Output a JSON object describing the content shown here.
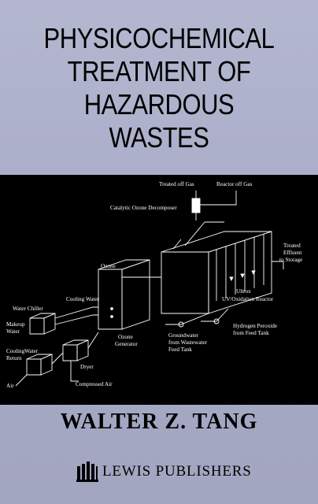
{
  "cover": {
    "title_lines": [
      "PHYSICOCHEMICAL",
      "TREATMENT OF",
      "HAZARDOUS",
      "WASTES"
    ],
    "author": "WALTER Z. TANG",
    "publisher": "LEWIS PUBLISHERS",
    "colors": {
      "background": "#a9acc7",
      "panel": "#000000",
      "text": "#000000"
    }
  },
  "diagram": {
    "labels": {
      "treated_off_gas": "Treated off Gas",
      "reactor_off_gas": "Reactor off Gas",
      "catalytic_ozone_decomposer": "Catalytic Ozone Decomposer",
      "treated_effluent_1": "Treated",
      "treated_effluent_2": "Effluent",
      "treated_effluent_3": "to Storage",
      "ozone": "Ozone",
      "ultrox_1": "Ultrox",
      "ultrox_2": "UV/Oxidation Reactor",
      "cooling_water": "Cooling Water",
      "water_chiller": "Water Chiller",
      "makeup_water_1": "Makeup",
      "makeup_water_2": "Water",
      "cooling_water_return_1": "CoolingWater",
      "cooling_water_return_2": "Return",
      "air": "Air",
      "dryer": "Dryer",
      "ozone_generator_1": "Ozone",
      "ozone_generator_2": "Generator",
      "compressed_air": "Compressed Air",
      "groundwater_1": "Groundwater",
      "groundwater_2": "from Wastewater",
      "groundwater_3": "Feed Tank",
      "hydrogen_peroxide_1": "Hydrogen Peroxide",
      "hydrogen_peroxide_2": "from Feed Tank"
    }
  }
}
